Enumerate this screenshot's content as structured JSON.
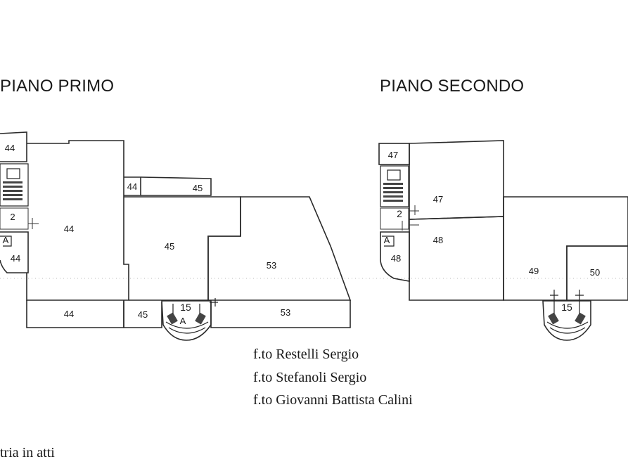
{
  "floors": [
    {
      "title": "PIANO PRIMO",
      "rooms": [
        "44",
        "44",
        "44",
        "44",
        "44",
        "45",
        "45",
        "45",
        "53",
        "53",
        "2",
        "15",
        "A",
        "A"
      ]
    },
    {
      "title": "PIANO SECONDO",
      "rooms": [
        "47",
        "47",
        "2",
        "48",
        "48",
        "49",
        "50",
        "15",
        "A"
      ]
    }
  ],
  "signatures": [
    "f.to Restelli Sergio",
    "f.to Stefanoli Sergio",
    "f.to Giovanni Battista Calini"
  ],
  "footer_text": "tria in atti"
}
